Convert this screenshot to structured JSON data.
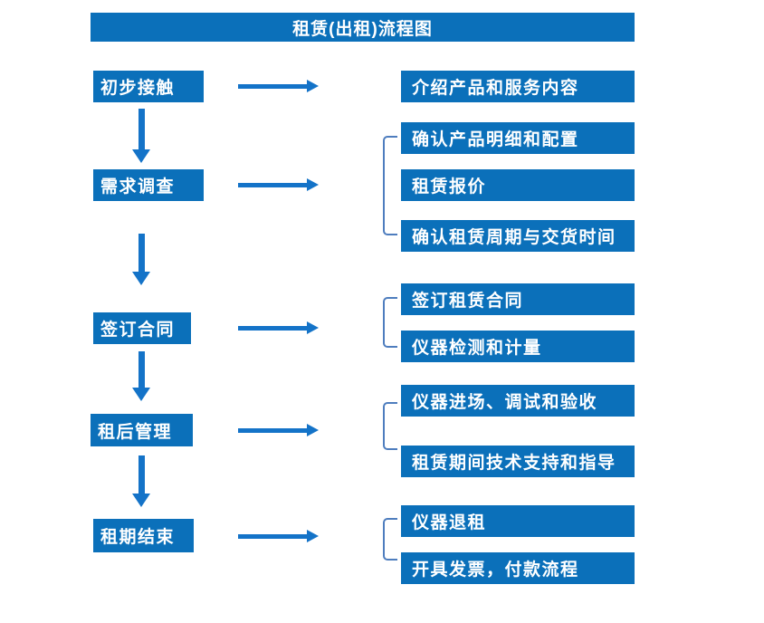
{
  "title": "租赁(出租)流程图",
  "colors": {
    "box_blue": "#0B70BA",
    "arrow_blue": "#1473C8",
    "bracket_blue": "#4E7DBE",
    "text_white": "#FFFFFF",
    "background": "#FFFFFF"
  },
  "steps": [
    {
      "label": "初步接触",
      "details": [
        "介绍产品和服务内容"
      ]
    },
    {
      "label": "需求调查",
      "details": [
        "确认产品明细和配置",
        "租赁报价",
        "确认租赁周期与交货时间"
      ]
    },
    {
      "label": "签订合同",
      "details": [
        "签订租赁合同",
        "仪器检测和计量"
      ]
    },
    {
      "label": "租后管理",
      "details": [
        "仪器进场、调试和验收",
        "租赁期间技术支持和指导"
      ]
    },
    {
      "label": "租期结束",
      "details": [
        "仪器退租",
        "开具发票，付款流程"
      ]
    }
  ]
}
